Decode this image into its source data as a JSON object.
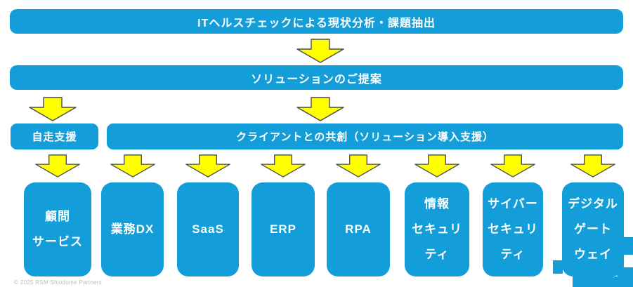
{
  "colors": {
    "box_blue": "#149ED9",
    "arrow_fill_yellow": "#FFFF00",
    "arrow_outline": "#4A4A55",
    "text_white": "#FFFFFF",
    "copyright_gray": "#B8BCC0"
  },
  "flow": {
    "step1": "ITヘルスチェックによる現状分析・課題抽出",
    "step2": "ソリューションのご提案",
    "step3_left": "自走支援",
    "step3_right": "クライアントとの共創（ソリューション導入支援）"
  },
  "solutions": [
    {
      "label": "顧問\nサービス"
    },
    {
      "label": "業務DX"
    },
    {
      "label": "SaaS"
    },
    {
      "label": "ERP"
    },
    {
      "label": "RPA"
    },
    {
      "label": "情報\nセキュリ\nティ"
    },
    {
      "label": "サイバー\nセキュリ\nティ"
    },
    {
      "label": "デジタル\nゲート\nウェイ"
    }
  ],
  "footer": {
    "copyright": "© 2025 RSM Shiodome Partners"
  }
}
